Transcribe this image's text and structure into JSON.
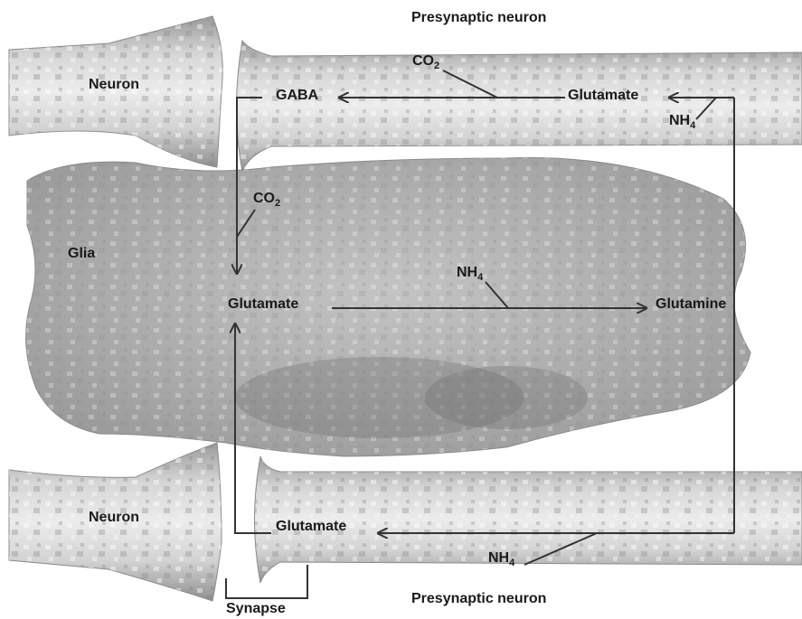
{
  "labels": {
    "presynaptic_top": "Presynaptic neuron",
    "presynaptic_bottom": "Presynaptic neuron",
    "neuron_top": "Neuron",
    "neuron_bottom": "Neuron",
    "glia": "Glia",
    "synapse": "Synapse",
    "gaba": "GABA",
    "glutamate_top": "Glutamate",
    "glutamate_glia": "Glutamate",
    "glutamine": "Glutamine",
    "glutamate_bottom": "Glutamate"
  },
  "chemicals": {
    "co2_top": {
      "base": "CO",
      "sub": "2"
    },
    "co2_glia": {
      "base": "CO",
      "sub": "2"
    },
    "nh4_top": {
      "base": "NH",
      "sub": "4"
    },
    "nh4_glia": {
      "base": "NH",
      "sub": "4"
    },
    "nh4_bottom": {
      "base": "NH",
      "sub": "4"
    }
  },
  "colors": {
    "arrow": "#333333",
    "neuron_fill": "#bdbdbd",
    "glia_fill": "#a8a8a8",
    "glia_dark": "#7a7a7a"
  }
}
